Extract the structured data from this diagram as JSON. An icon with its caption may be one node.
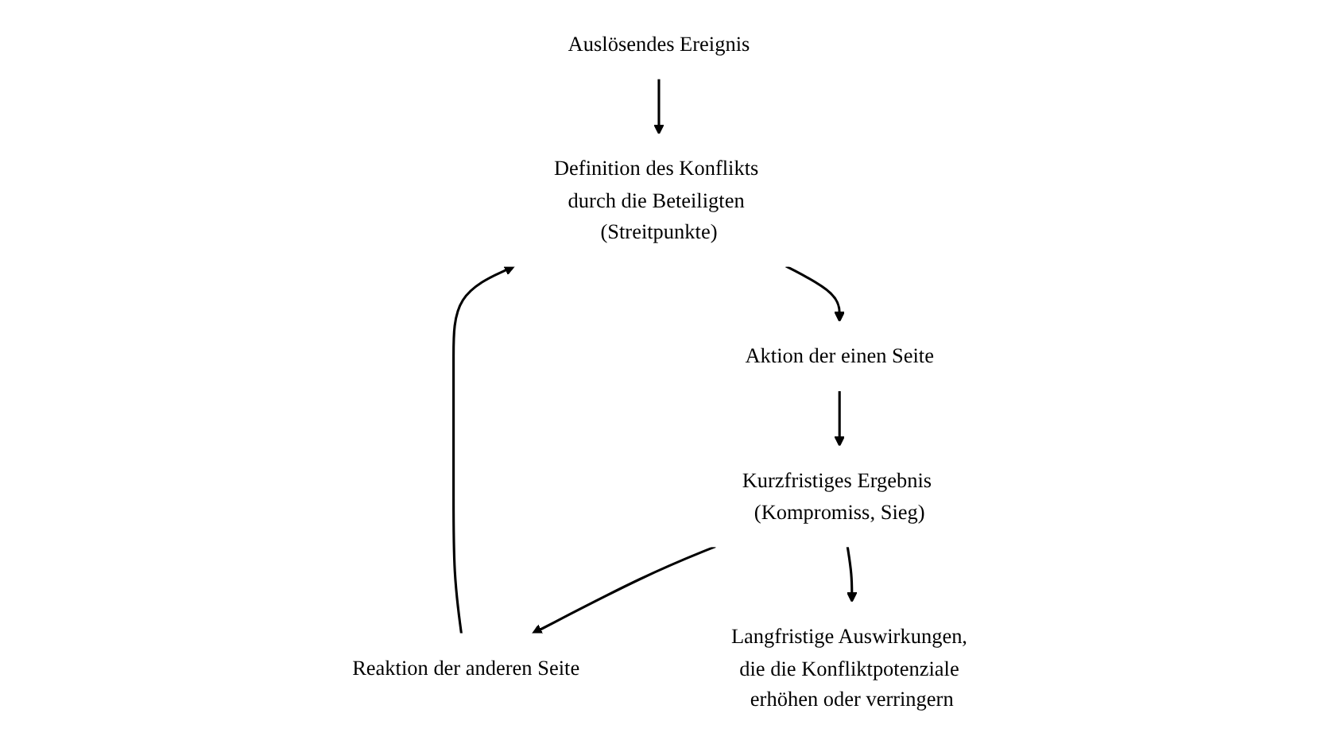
{
  "diagram": {
    "nodes": [
      {
        "text": [
          "Auslösendes Ereignis"
        ]
      },
      {
        "text": [
          "Definition des Konflikts durch die Beteiligten (Streitpunkte)"
        ]
      },
      {
        "text": [
          "Aktion der einen Seite"
        ]
      },
      {
        "text": [
          "Reaktion der anderen Seite"
        ]
      },
      {
        "text": [
          "Kurzfristiges Ergebnis (Kompromiss, Sieg)"
        ]
      },
      {
        "text": [
          "Langfristige Auswirkungen, die die Konfliktpotenziale erhöhen oder verringern"
        ]
      }
    ],
    "edges": [
      {
        "from": 0,
        "to": 1,
        "arrow": "to"
      },
      {
        "from": 1,
        "to": 2,
        "arrow": "to"
      },
      {
        "from": 2,
        "to": 4,
        "arrow": "to"
      },
      {
        "from": 4,
        "to": 3,
        "arrow": "to"
      },
      {
        "from": 3,
        "to": 1,
        "arrow": "to"
      },
      {
        "from": 4,
        "to": 5,
        "arrow": "to"
      }
    ]
  }
}
